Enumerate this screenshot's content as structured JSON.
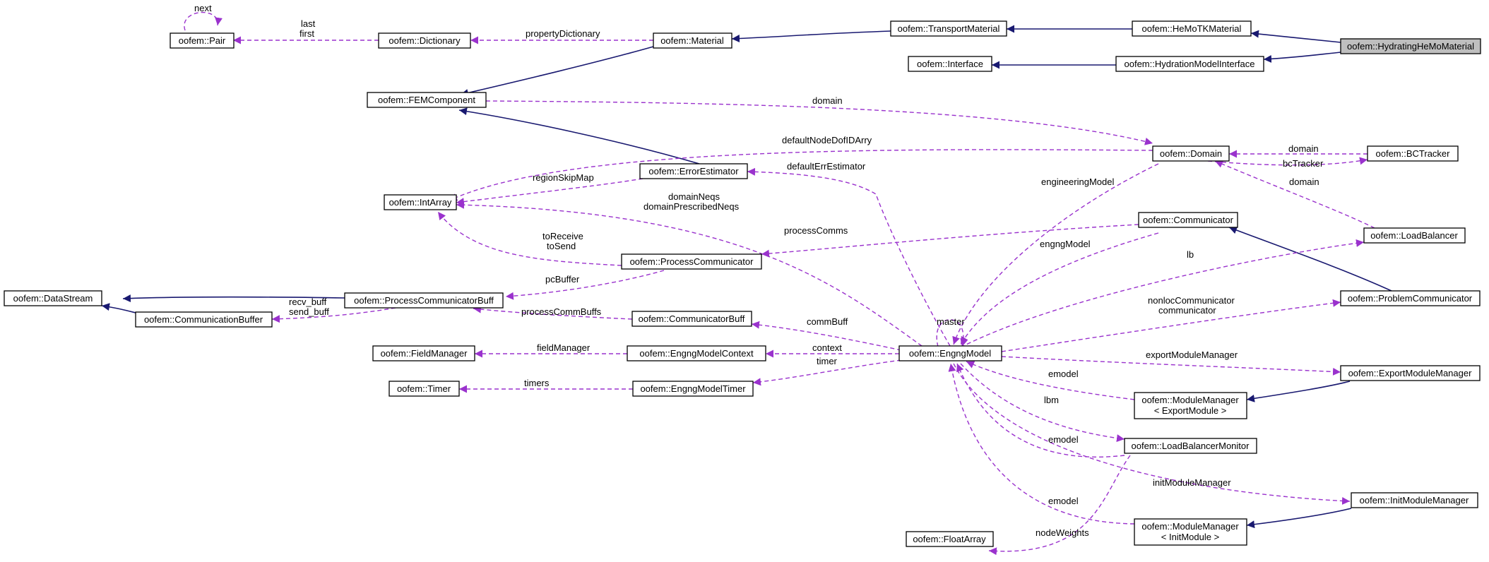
{
  "colors": {
    "inheritance": "#191970",
    "usage": "#9a32cd",
    "highlight_fill": "#bfbfbf"
  },
  "nodes": {
    "pair": "oofem::Pair",
    "dictionary": "oofem::Dictionary",
    "material": "oofem::Material",
    "transport_material": "oofem::TransportMaterial",
    "hemotk_material": "oofem::HeMoTKMaterial",
    "hydrating_hemo_material": "oofem::HydratingHeMoMaterial",
    "interface": "oofem::Interface",
    "hydration_model_interface": "oofem::HydrationModelInterface",
    "fem_component": "oofem::FEMComponent",
    "domain": "oofem::Domain",
    "bc_tracker": "oofem::BCTracker",
    "error_estimator": "oofem::ErrorEstimator",
    "int_array": "oofem::IntArray",
    "communicator": "oofem::Communicator",
    "load_balancer": "oofem::LoadBalancer",
    "process_communicator": "oofem::ProcessCommunicator",
    "data_stream": "oofem::DataStream",
    "process_communicator_buff": "oofem::ProcessCommunicatorBuff",
    "communication_buffer": "oofem::CommunicationBuffer",
    "communicator_buff": "oofem::CommunicatorBuff",
    "problem_communicator": "oofem::ProblemCommunicator",
    "field_manager": "oofem::FieldManager",
    "engng_model_context": "oofem::EngngModelContext",
    "engng_model": "oofem::EngngModel",
    "timer": "oofem::Timer",
    "engng_model_timer": "oofem::EngngModelTimer",
    "export_module_manager": "oofem::ExportModuleManager",
    "module_manager_export_1": "oofem::ModuleManager",
    "module_manager_export_2": "< ExportModule >",
    "load_balancer_monitor": "oofem::LoadBalancerMonitor",
    "init_module_manager": "oofem::InitModuleManager",
    "module_manager_init_1": "oofem::ModuleManager",
    "module_manager_init_2": "< InitModule >",
    "float_array": "oofem::FloatArray"
  },
  "edges": {
    "next": "next",
    "last": "last",
    "first": "first",
    "property_dictionary": "propertyDictionary",
    "domain_fem": "domain",
    "default_node_dof_id_arry": "defaultNodeDofIDArry",
    "domain_bct": "domain",
    "bc_tracker": "bcTracker",
    "domain_lb": "domain",
    "region_skip_map": "regionSkipMap",
    "default_err_estimator": "defaultErrEstimator",
    "engineering_model": "engineeringModel",
    "domain_neqs": "domainNeqs",
    "domain_prescribed_neqs": "domainPrescribedNeqs",
    "to_receive": "toReceive",
    "to_send": "toSend",
    "process_comms": "processComms",
    "engng_model": "engngModel",
    "lb": "lb",
    "pc_buffer": "pcBuffer",
    "recv_buff": "recv_buff",
    "send_buff": "send_buff",
    "process_comm_buffs": "processCommBuffs",
    "master": "master",
    "nonloc_communicator": "nonlocCommunicator",
    "communicator": "communicator",
    "comm_buff": "commBuff",
    "field_manager": "fieldManager",
    "context": "context",
    "timer": "timer",
    "timers": "timers",
    "export_module_manager": "exportModuleManager",
    "emodel_1": "emodel",
    "lbm": "lbm",
    "emodel_2": "emodel",
    "init_module_manager": "initModuleManager",
    "emodel_3": "emodel",
    "node_weights": "nodeWeights"
  }
}
